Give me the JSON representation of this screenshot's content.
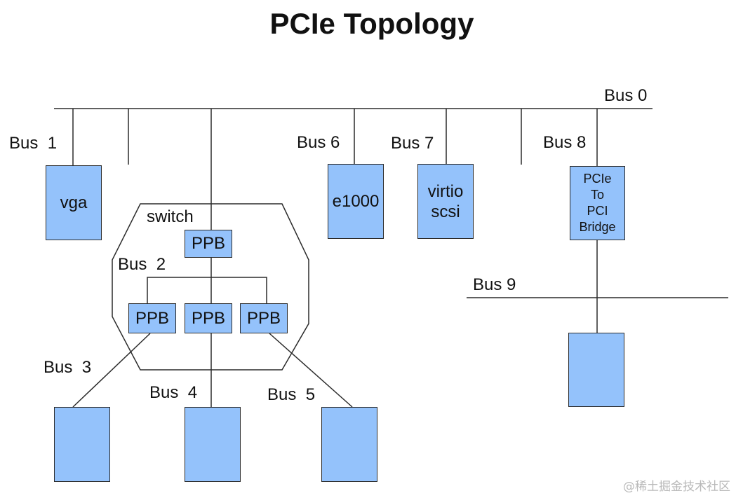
{
  "title": "PCIe Topology",
  "colors": {
    "box_fill": "#94c2fb",
    "line": "#2b2b2b"
  },
  "buses": {
    "bus0": "Bus 0",
    "bus1": "Bus  1",
    "bus2": "Bus  2",
    "bus3": "Bus  3",
    "bus4": "Bus  4",
    "bus5": "Bus  5",
    "bus6": "Bus 6",
    "bus7": "Bus 7",
    "bus8": "Bus 8",
    "bus9": "Bus 9"
  },
  "switch_label": "switch",
  "devices": {
    "vga": "vga",
    "e1000": "e1000",
    "virtio_scsi": "virtio\nscsi",
    "bridge": "PCIe\nTo\nPCI\nBridge"
  },
  "ppb": {
    "upstream": "PPB",
    "down_left": "PPB",
    "down_middle": "PPB",
    "down_right": "PPB"
  },
  "watermark": "@稀土掘金技术社区"
}
